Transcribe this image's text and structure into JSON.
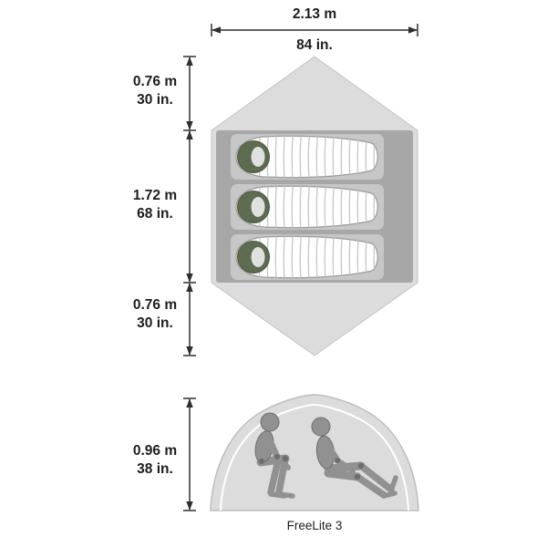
{
  "title": "FreeLite 3",
  "top_view": {
    "width": {
      "metric": "2.13 m",
      "imperial": "84 in."
    },
    "sections": [
      {
        "metric": "0.76 m",
        "imperial": "30 in."
      },
      {
        "metric": "1.72 m",
        "imperial": "68 in."
      },
      {
        "metric": "0.76 m",
        "imperial": "30 in."
      }
    ],
    "sleeping_bags": 3
  },
  "side_view": {
    "height": {
      "metric": "0.96 m",
      "imperial": "38 in."
    }
  },
  "colors": {
    "tent_shell": "#dcdcdc",
    "tent_floor": "#a7a7a7",
    "sleeping_pad": "#c7c7c7",
    "sleeping_bag": "#ffffff",
    "bag_hood": "#5d6b50",
    "figure": "#919191",
    "dim_line": "#2f2f2f",
    "text": "#1d1d1d"
  }
}
